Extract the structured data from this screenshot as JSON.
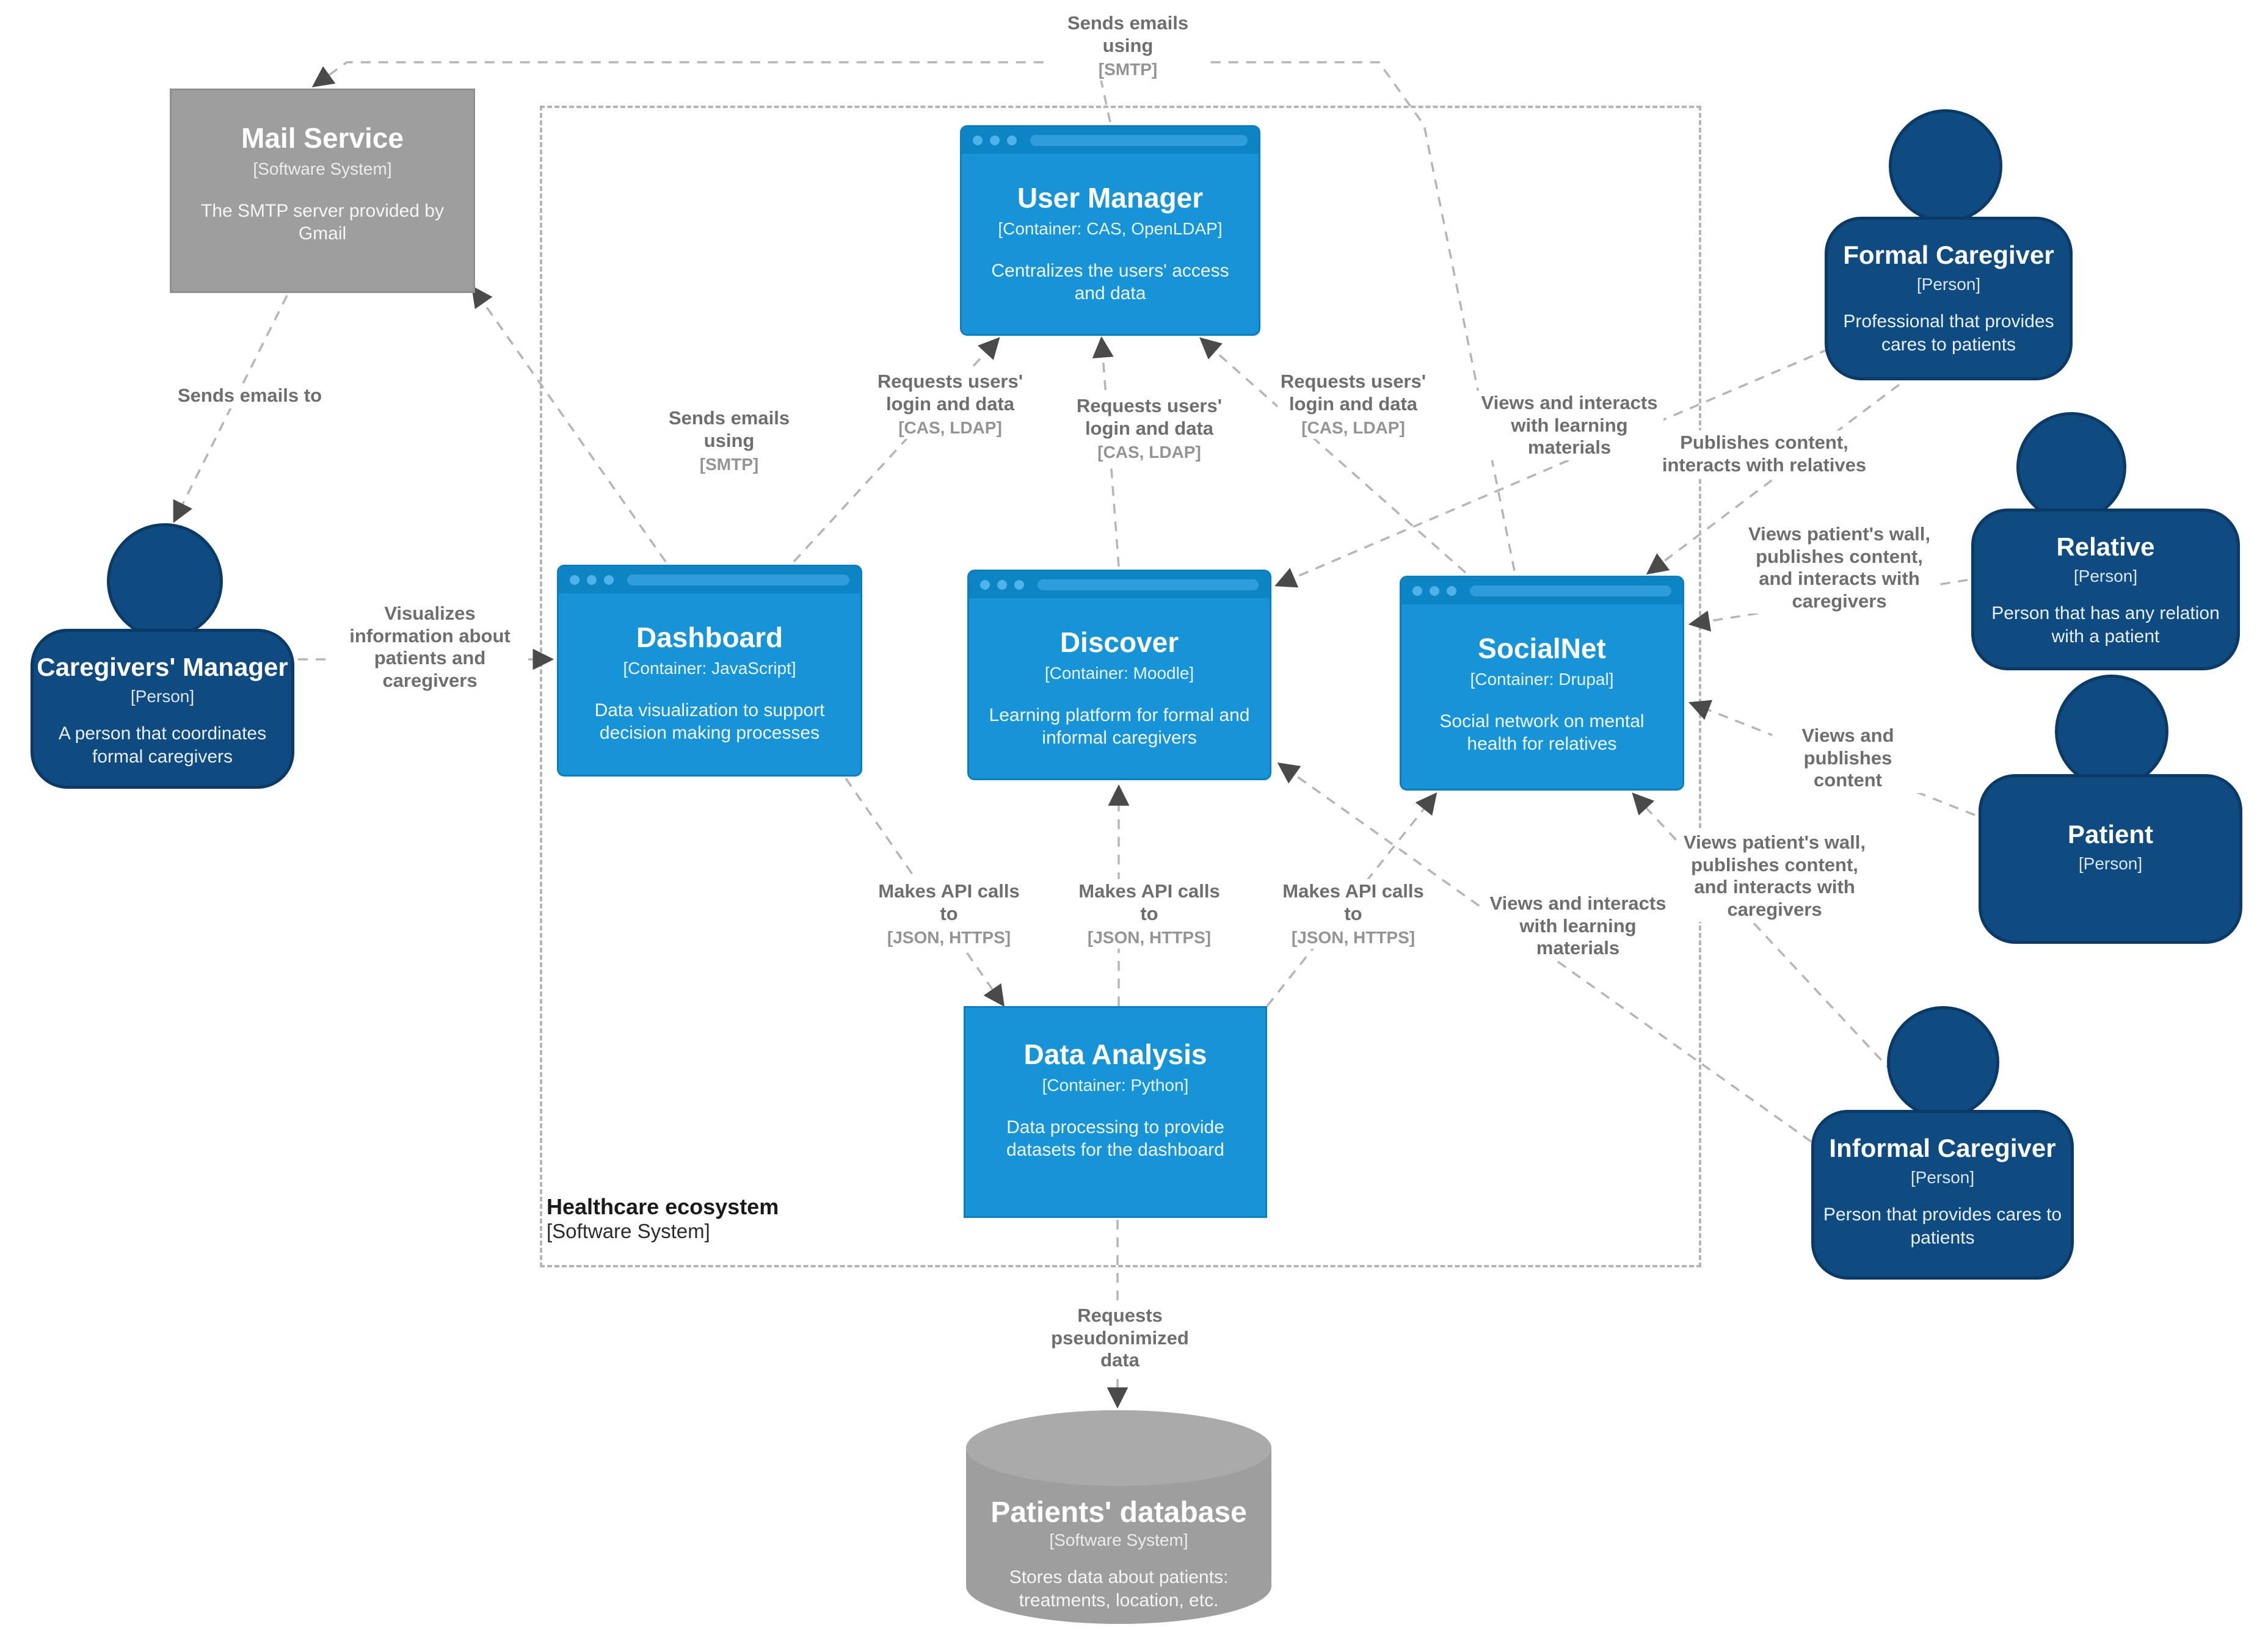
{
  "boundary": {
    "title": "Healthcare ecosystem",
    "meta": "[Software System]"
  },
  "nodes": {
    "mail_service": {
      "title": "Mail Service",
      "meta": "[Software System]",
      "desc": "The SMTP server provided by Gmail"
    },
    "user_manager": {
      "title": "User Manager",
      "meta": "[Container: CAS, OpenLDAP]",
      "desc": "Centralizes the users' access and data"
    },
    "dashboard": {
      "title": "Dashboard",
      "meta": "[Container: JavaScript]",
      "desc": "Data visualization to support decision making processes"
    },
    "discover": {
      "title": "Discover",
      "meta": "[Container: Moodle]",
      "desc": "Learning platform for formal and informal caregivers"
    },
    "socialnet": {
      "title": "SocialNet",
      "meta": "[Container: Drupal]",
      "desc": "Social network on mental health for relatives"
    },
    "data_analysis": {
      "title": "Data Analysis",
      "meta": "[Container: Python]",
      "desc": "Data processing to provide datasets for the dashboard"
    },
    "patients_database": {
      "title": "Patients' database",
      "meta": "[Software System]",
      "desc": "Stores data about patients: treatments, location, etc."
    },
    "caregivers_manager": {
      "title": "Caregivers' Manager",
      "meta": "[Person]",
      "desc": "A person that coordinates formal caregivers"
    },
    "formal_caregiver": {
      "title": "Formal Caregiver",
      "meta": "[Person]",
      "desc": "Professional that provides cares to patients"
    },
    "relative": {
      "title": "Relative",
      "meta": "[Person]",
      "desc": "Person that has any relation with a patient"
    },
    "patient": {
      "title": "Patient",
      "meta": "[Person]",
      "desc": ""
    },
    "informal_caregiver": {
      "title": "Informal Caregiver",
      "meta": "[Person]",
      "desc": "Person that provides cares to patients"
    }
  },
  "labels": {
    "smtp_top": {
      "text": "Sends emails using",
      "tech": "[SMTP]"
    },
    "sends_emails_to": {
      "text": "Sends emails to"
    },
    "smtp_dashboard": {
      "text": "Sends emails using",
      "tech": "[SMTP]"
    },
    "requests_login_1": {
      "text": "Requests users' login and data",
      "tech": "[CAS, LDAP]"
    },
    "requests_login_2": {
      "text": "Requests users' login and data",
      "tech": "[CAS, LDAP]"
    },
    "requests_login_3": {
      "text": "Requests users' login and data",
      "tech": "[CAS, LDAP]"
    },
    "views_learning_top": {
      "text": "Views and interacts with learning materials"
    },
    "publishes_relatives": {
      "text": "Publishes content, interacts with relatives"
    },
    "visualizes": {
      "text": "Visualizes information about patients and caregivers"
    },
    "views_wall_top": {
      "text": "Views patient's wall, publishes content, and interacts with caregivers"
    },
    "views_publishes": {
      "text": "Views and publishes content"
    },
    "api_calls_1": {
      "text": "Makes API calls to",
      "tech": "[JSON, HTTPS]"
    },
    "api_calls_2": {
      "text": "Makes API calls to",
      "tech": "[JSON, HTTPS]"
    },
    "api_calls_3": {
      "text": "Makes API calls to",
      "tech": "[JSON, HTTPS]"
    },
    "views_learning_bottom": {
      "text": "Views and interacts with learning materials"
    },
    "views_wall_bottom": {
      "text": "Views patient's wall, publishes content, and interacts with caregivers"
    },
    "requests_pseudo": {
      "text": "Requests pseudonimized data"
    }
  },
  "colors": {
    "container_blue": "#1793d8",
    "person_navy": "#0f4a80",
    "system_gray": "#9e9e9e",
    "edge_gray": "#b5b5b5",
    "arrow_gray": "#4a4a4a"
  }
}
